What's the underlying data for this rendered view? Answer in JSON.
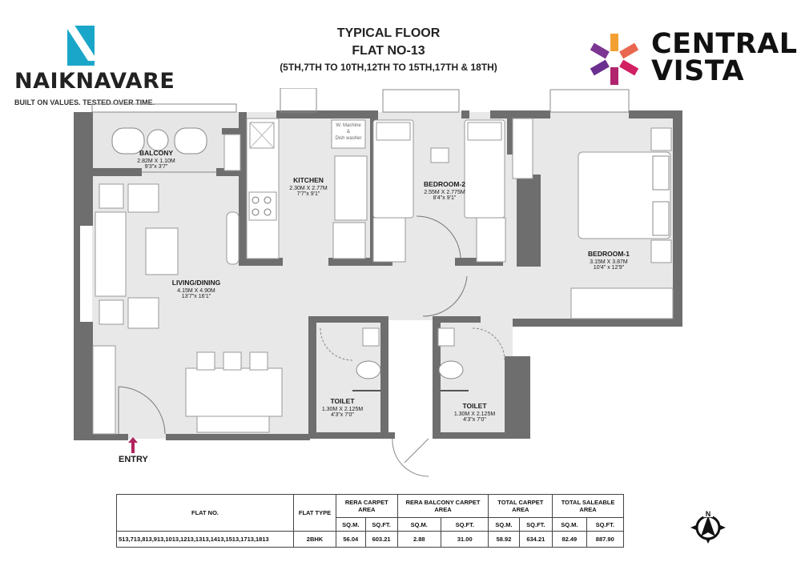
{
  "developer_logo": {
    "name": "NAIKNAVARE",
    "tagline": "BUILT ON VALUES. TESTED OVER TIME.",
    "color": "#1aa6c8"
  },
  "title": {
    "line1": "TYPICAL FLOOR",
    "line2": "FLAT NO-13",
    "line3": "(5TH,7TH TO 10TH,12TH TO 15TH,17TH & 18TH)"
  },
  "project_logo": {
    "line1": "CENTRAL",
    "line2": "VISTA",
    "colors": [
      "#f3a033",
      "#e9674f",
      "#d11f62",
      "#b0246e",
      "#7b3592",
      "#6b2f8f"
    ]
  },
  "rooms": [
    {
      "name": "BALCONY",
      "metric": "2.82M X 1.10M",
      "imperial": "9'3\"x 3'7\""
    },
    {
      "name": "KITCHEN",
      "metric": "2.30M X 2.77M",
      "imperial": "7'7\"x 9'1\""
    },
    {
      "name": "BEDROOM-2",
      "metric": "2.55M X 2.775M",
      "imperial": "8'4\"x 9'1\""
    },
    {
      "name": "BEDROOM-1",
      "metric": "3.15M X 3.87M",
      "imperial": "10'4\" x 12'9\""
    },
    {
      "name": "LIVING/DINING",
      "metric": "4.15M X 4.90M",
      "imperial": "13'7\"x 16'1\""
    },
    {
      "name": "TOILET",
      "metric": "1.30M X 2.125M",
      "imperial": "4'3\"x 7'0\""
    },
    {
      "name": "TOILET",
      "metric": "1.30M X 2.125M",
      "imperial": "4'3\"x 7'0\""
    }
  ],
  "fixtures": {
    "washing_machine_line1": "W. Machine",
    "washing_machine_line2": "&",
    "washing_machine_line3": "Dish washer"
  },
  "entry_label": "ENTRY",
  "entry_color": "#b0245e",
  "compass_label": "N",
  "area_table": {
    "headers": {
      "flat_no": "FLAT NO.",
      "flat_type": "FLAT TYPE",
      "rera_carpet": "RERA CARPET AREA",
      "rera_balcony": "RERA BALCONY CARPET AREA",
      "total_carpet": "TOTAL CARPET AREA",
      "total_saleable": "TOTAL SALEABLE AREA",
      "sqm": "SQ.M.",
      "sqft": "SQ.FT."
    },
    "rows": [
      {
        "flat_no": "513,713,813,913,1013,1213,1313,1413,1513,1713,1813",
        "flat_type": "2BHK",
        "rera_carpet_sqm": "56.04",
        "rera_carpet_sqft": "603.21",
        "rera_balcony_sqm": "2.88",
        "rera_balcony_sqft": "31.00",
        "total_carpet_sqm": "58.92",
        "total_carpet_sqft": "634.21",
        "total_saleable_sqm": "82.49",
        "total_saleable_sqft": "887.90"
      }
    ]
  }
}
